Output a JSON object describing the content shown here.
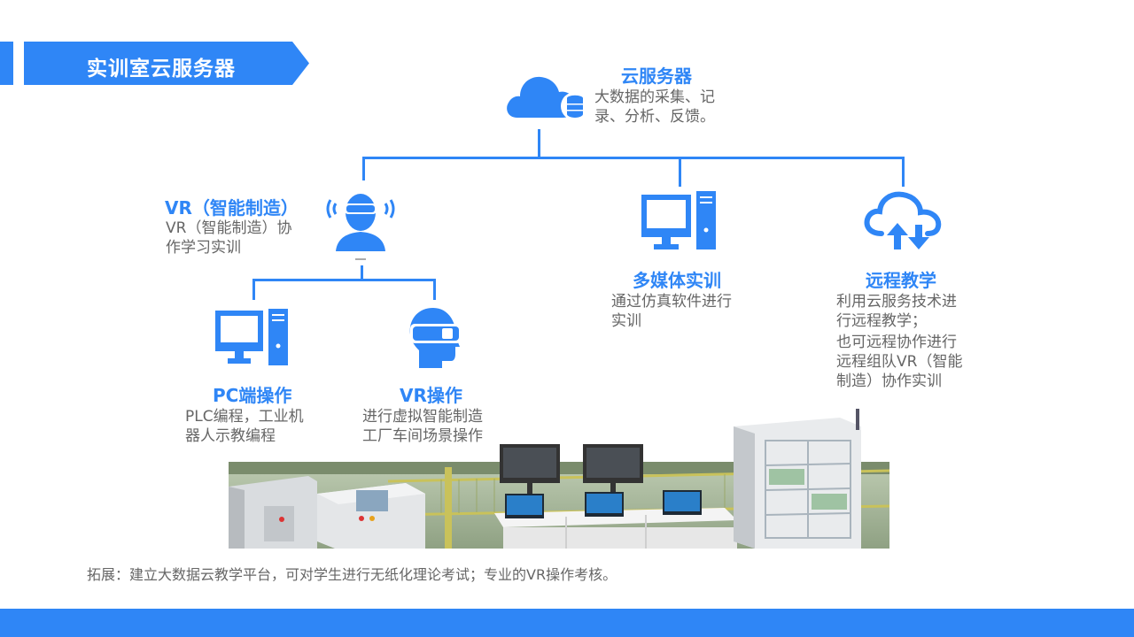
{
  "header": {
    "title": "实训室云服务器"
  },
  "cloud_server": {
    "title": "云服务器",
    "desc_lines": [
      "大数据的采集、记",
      "录、分析、反馈。"
    ]
  },
  "vr_smart": {
    "title": "VR（智能制造）",
    "desc_lines": [
      "VR（智能制造）协",
      "作学习实训"
    ]
  },
  "pc_op": {
    "title": "PC端操作",
    "desc_lines": [
      "PLC编程，工业机",
      "器人示教编程"
    ]
  },
  "vr_op": {
    "title": "VR操作",
    "desc_lines": [
      "进行虚拟智能制造",
      "工厂车间场景操作"
    ]
  },
  "multimedia": {
    "title": "多媒体实训",
    "desc_lines": [
      "通过仿真软件进行",
      "实训"
    ]
  },
  "remote": {
    "title": "远程教学",
    "desc_lines": [
      "利用云服务技术进",
      "行远程教学；",
      "也可远程协作进行",
      "远程组队VR（智能",
      "制造）协作实训"
    ]
  },
  "footer": {
    "note": "拓展：建立大数据云教学平台，可对学生进行无纸化理论考试；专业的VR操作考核。"
  },
  "colors": {
    "accent": "#2f86f6",
    "text": "#666666"
  },
  "icons": [
    "cloud-database-icon",
    "vr-headset-user-icon",
    "pc-desktop-icon",
    "vr-head-icon",
    "multimedia-pc-icon",
    "cloud-sync-icon"
  ]
}
